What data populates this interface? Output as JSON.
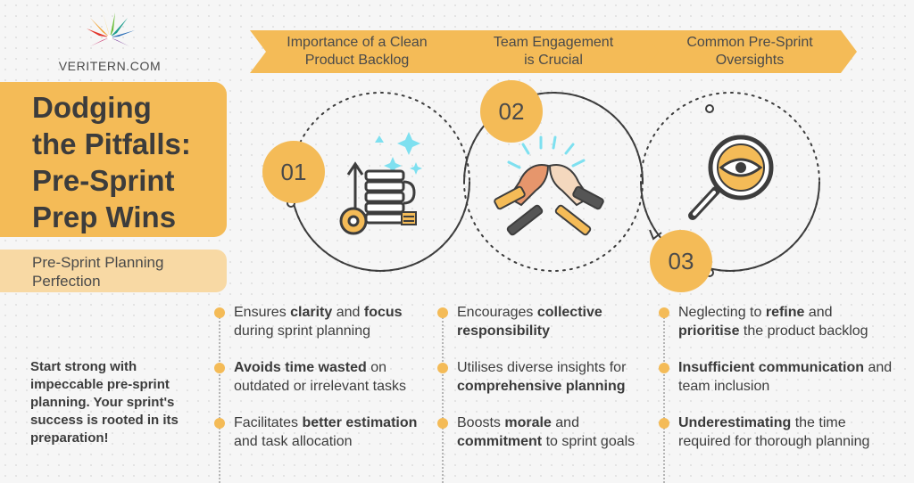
{
  "brand": {
    "name": "VERITERN.COM"
  },
  "title": {
    "lines": [
      "Dodging",
      "the Pitfalls:",
      "Pre-Sprint",
      "Prep Wins"
    ],
    "subtitle_lines": [
      "Pre-Sprint Planning",
      "Perfection"
    ]
  },
  "intro_lines": [
    "Start strong with",
    "impeccable pre-sprint",
    "planning. Your sprint's",
    "success is rooted in its",
    "preparation!"
  ],
  "sections": [
    {
      "number": "01",
      "heading_lines": [
        "Importance of a Clean",
        "Product Backlog"
      ],
      "icon": "backlog-stack-icon"
    },
    {
      "number": "02",
      "heading_lines": [
        "Team Engagement",
        "is Crucial"
      ],
      "icon": "high-five-icon"
    },
    {
      "number": "03",
      "heading_lines": [
        "Common Pre-Sprint",
        "Oversights"
      ],
      "icon": "magnifier-eye-icon"
    }
  ],
  "columns": [
    {
      "items": [
        [
          {
            "t": "Ensures ",
            "b": false
          },
          {
            "t": "clarity",
            "b": true
          },
          {
            "t": " and ",
            "b": false
          },
          {
            "t": "focus",
            "b": true
          },
          {
            "t": "\n",
            "b": false
          },
          {
            "t": "during sprint planning",
            "b": false
          }
        ],
        [
          {
            "t": "Avoids time wasted",
            "b": true
          },
          {
            "t": " on",
            "b": false
          },
          {
            "t": "\n",
            "b": false
          },
          {
            "t": "outdated or irrelevant tasks",
            "b": false
          }
        ],
        [
          {
            "t": "Facilitates ",
            "b": false
          },
          {
            "t": "better estimation",
            "b": true
          },
          {
            "t": "\n",
            "b": false
          },
          {
            "t": "and task allocation",
            "b": false
          }
        ]
      ]
    },
    {
      "items": [
        [
          {
            "t": "Encourages ",
            "b": false
          },
          {
            "t": "collective",
            "b": true
          },
          {
            "t": "\n",
            "b": false
          },
          {
            "t": "responsibility",
            "b": true
          }
        ],
        [
          {
            "t": "Utilises diverse insights for",
            "b": false
          },
          {
            "t": "\n",
            "b": false
          },
          {
            "t": "comprehensive planning",
            "b": true
          }
        ],
        [
          {
            "t": "Boosts ",
            "b": false
          },
          {
            "t": "morale",
            "b": true
          },
          {
            "t": " and",
            "b": false
          },
          {
            "t": "\n",
            "b": false
          },
          {
            "t": "commitment",
            "b": true
          },
          {
            "t": " to sprint goals",
            "b": false
          }
        ]
      ]
    },
    {
      "items": [
        [
          {
            "t": "Neglecting to ",
            "b": false
          },
          {
            "t": "refine",
            "b": true
          },
          {
            "t": " and",
            "b": false
          },
          {
            "t": "\n",
            "b": false
          },
          {
            "t": "prioritise",
            "b": true
          },
          {
            "t": " the product backlog",
            "b": false
          }
        ],
        [
          {
            "t": "Insufficient communication",
            "b": true
          },
          {
            "t": " and",
            "b": false
          },
          {
            "t": "\n",
            "b": false
          },
          {
            "t": "team inclusion",
            "b": false
          }
        ],
        [
          {
            "t": "Underestimating",
            "b": true
          },
          {
            "t": " the time",
            "b": false
          },
          {
            "t": "\n",
            "b": false
          },
          {
            "t": "required for thorough planning",
            "b": false
          }
        ]
      ]
    }
  ],
  "colors": {
    "accent": "#f4bb57",
    "accent_light": "#f8d9a4",
    "text": "#3d3d3d",
    "background": "#f6f6f6"
  }
}
